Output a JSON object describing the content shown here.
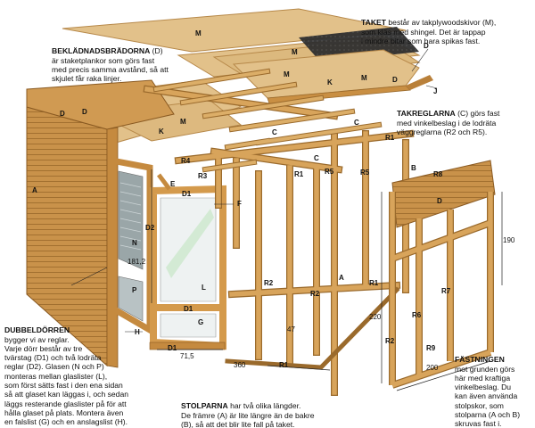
{
  "notes": {
    "taket": {
      "heading": "TAKET",
      "body": " består av takplywoodskivor (M),\nsom kläs med shingel. Det är tappap\ni mindre bitar som bara spikas fast."
    },
    "beklad": {
      "heading": "BEKLÄDNADSBRÄDORNA",
      "body": " (D)\när staketplankor som görs fast\nmed precis samma avstånd, så att\nskjulet får raka linjer."
    },
    "takreglarna": {
      "heading": "TAKREGLARNA",
      "body": " (C) görs fast\nmed vinkelbeslag i de lodräta\nväggreglarna (R2 och R5)."
    },
    "dubbeldorren": {
      "heading": "DUBBELDÖRREN",
      "body": "\nbygger vi av reglar.\nVarje dörr består av tre\ntvärstag (D1) och två lodräta\nreglar (D2). Glasen (N och P)\nmonteras mellan glaslister (L),\nsom först sätts fast i den ena sidan\nså att glaset kan läggas i, och sedan\nläggs resterande glaslister på för att\nhålla glaset på plats. Montera även\nen falslist (G) och en anslagslist (H)."
    },
    "stolparna": {
      "heading": "STOLPARNA",
      "body": " har två olika längder.\nDe främre (A) är lite längre än de bakre\n(B), så att det blir lite fall på taket."
    },
    "fastningen": {
      "heading": "FÄSTNINGEN",
      "body": "\nmot grunden görs\nhär med kraftiga\nvinkelbeslag. Du\nkan även använda\nstolpskor, som\nstolparna (A och B)\nskruvas fast i."
    }
  },
  "labels": {
    "M1": "M",
    "M2": "M",
    "M3": "M",
    "M4": "M",
    "M5": "M",
    "D_roof": "D",
    "D_roof2": "D",
    "D_roofleft": "D",
    "D_wall": "D",
    "D_panel": "D",
    "K1": "K",
    "K2": "K",
    "J": "J",
    "C1": "C",
    "C2": "C",
    "C3": "C",
    "R1a": "R1",
    "R1b": "R1",
    "R1c": "R1",
    "R1d": "R1",
    "R2a": "R2",
    "R2b": "R2",
    "R2c": "R2",
    "R3": "R3",
    "R4": "R4",
    "R5a": "R5",
    "R5b": "R5",
    "R6": "R6",
    "R7": "R7",
    "R8": "R8",
    "R9": "R9",
    "A1": "A",
    "A2": "A",
    "B1": "B",
    "E": "E",
    "F": "F",
    "D1a": "D1",
    "D1b": "D1",
    "D1c": "D1",
    "D2": "D2",
    "N": "N",
    "P": "P",
    "L": "L",
    "G": "G",
    "H": "H"
  },
  "dimensions": {
    "d181": "181,2",
    "d71": "71,5",
    "d360": "360",
    "d47": "47",
    "d220": "220",
    "d200": "200",
    "d190": "190"
  }
}
